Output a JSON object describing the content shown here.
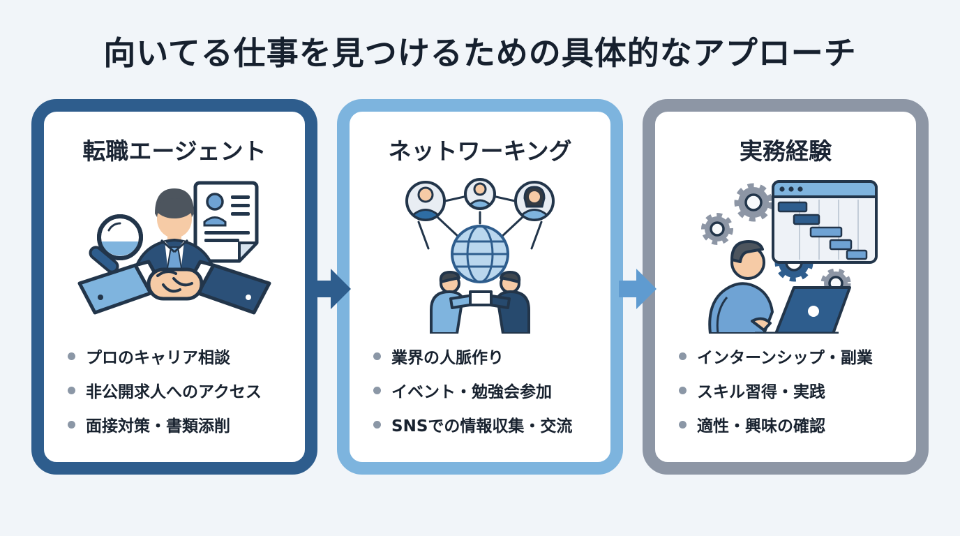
{
  "page": {
    "title": "向いてる仕事を見つけるための具体的なアプローチ",
    "background_color": "#f1f5f9",
    "title_color": "#16202e"
  },
  "cards": [
    {
      "title": "転職エージェント",
      "border_color": "#2e5d8d",
      "icon": "recruitment-agent-handshake-icon",
      "items": [
        "プロのキャリア相談",
        "非公開求人へのアクセス",
        "面接対策・書類添削"
      ]
    },
    {
      "title": "ネットワーキング",
      "border_color": "#7db4de",
      "icon": "networking-globe-people-icon",
      "items": [
        "業界の人脈作り",
        "イベント・勉強会参加",
        "SNSでの情報収集・交流"
      ]
    },
    {
      "title": "実務経験",
      "border_color": "#8d96a5",
      "icon": "hands-on-experience-laptop-icon",
      "items": [
        "インターンシップ・副業",
        "スキル習得・実践",
        "適性・興味の確認"
      ]
    }
  ],
  "arrows": [
    {
      "direction": "right",
      "color": "#2e5d8d"
    },
    {
      "direction": "right",
      "color": "#5f9bd0"
    }
  ]
}
